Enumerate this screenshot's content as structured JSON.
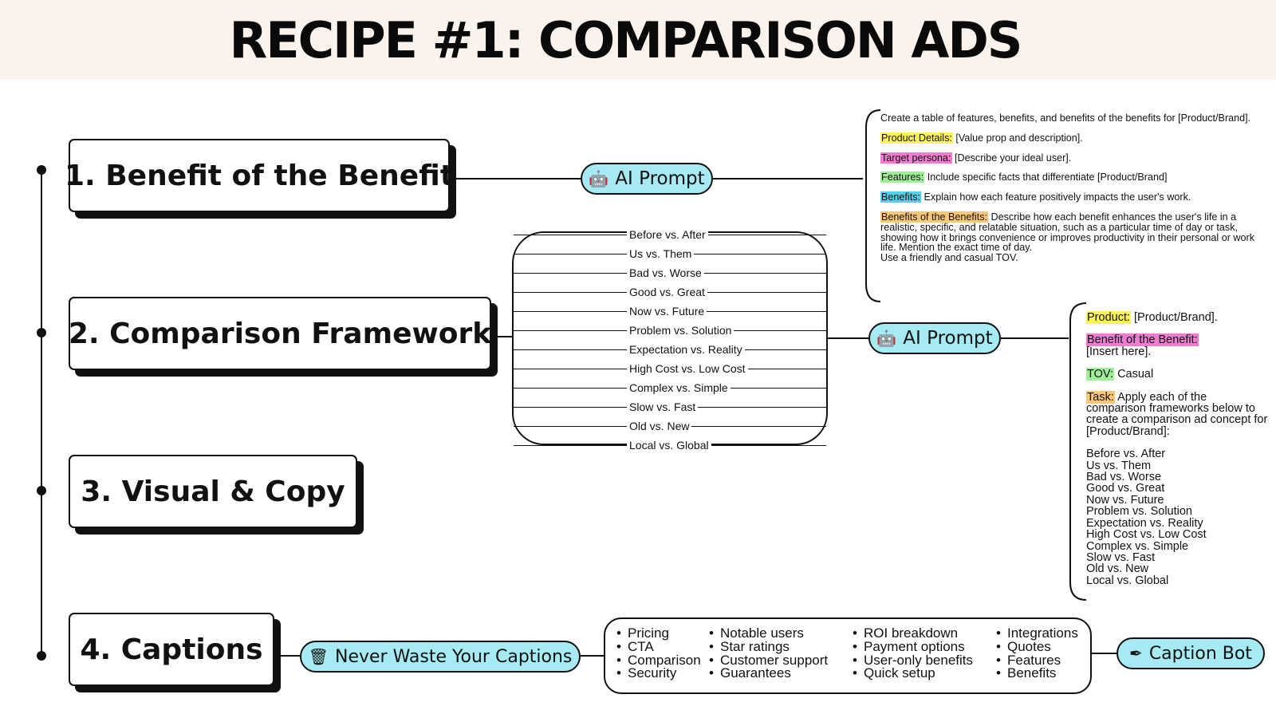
{
  "title": "RECIPE #1: COMPARISON ADS",
  "steps": [
    {
      "num": "1.",
      "label": "Benefit of the Benefit"
    },
    {
      "num": "2.",
      "label": "Comparison Framework"
    },
    {
      "num": "3.",
      "label": "Visual & Copy"
    },
    {
      "num": "4.",
      "label": "Captions"
    }
  ],
  "ai_prompt_label": "AI Prompt",
  "ai_prompt_icon": "robot-icon",
  "comparisons": [
    "Before vs. After",
    "Us vs. Them",
    "Bad vs. Worse",
    "Good vs. Great",
    "Now vs. Future",
    "Problem vs. Solution",
    "Expectation vs. Reality",
    "High Cost vs. Low Cost",
    "Complex vs. Simple",
    "Slow vs. Fast",
    "Old vs. New",
    "Local vs. Global"
  ],
  "prompt1": {
    "intro": "Create a table of features, benefits, and benefits of the benefits for [Product/Brand].",
    "product_label": "Product Details:",
    "product_text": "[Value prop and description].",
    "persona_label": "Target persona:",
    "persona_text": "[Describe your ideal user].",
    "features_label": "Features:",
    "features_text": "Include specific facts that differentiate [Product/Brand]",
    "benefits_label": "Benefits:",
    "benefits_text": "Explain how each feature positively impacts the user's work.",
    "bob_label": "Benefits of the Benefits:",
    "bob_text": "Describe how each benefit enhances the user's life in a realistic, specific, and relatable situation, such as a particular time of day or task, showing how it brings convenience or improves productivity in their personal or work life. Mention the exact time of day.",
    "tov": "Use a friendly and casual TOV."
  },
  "prompt2": {
    "product_label": "Product:",
    "product_text": "[Product/Brand].",
    "bob_label": "Benefit of the Benefit:",
    "bob_text": "[Insert here].",
    "tov_label": "TOV:",
    "tov_text": "Casual",
    "task_label": "Task:",
    "task_text": "Apply each of the comparison frameworks below to create a comparison ad concept for [Product/Brand]:"
  },
  "captions_pill": {
    "label": "Never Waste Your Captions",
    "icon": "trash-icon"
  },
  "caption_bot": {
    "label": "Caption Bot",
    "icon": "pen-icon"
  },
  "caption_columns": [
    [
      "Pricing",
      "CTA",
      "Comparison",
      "Security"
    ],
    [
      "Notable users",
      "Star ratings",
      "Customer support",
      "Guarantees"
    ],
    [
      "ROI breakdown",
      "Payment options",
      "User-only benefits",
      "Quick setup"
    ],
    [
      "Integrations",
      "Quotes",
      "Features",
      "Benefits"
    ]
  ],
  "colors": {
    "header_bg": "#fbf2ec",
    "pill_bg": "#a6ebf3",
    "highlight_yellow": "#fff35c",
    "highlight_pink": "#f07ccf",
    "highlight_green": "#9eef95",
    "highlight_cyan": "#4fd3e6",
    "highlight_orange": "#fbc878"
  }
}
